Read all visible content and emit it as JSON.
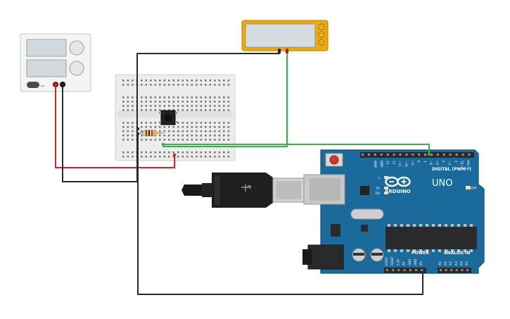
{
  "colors": {
    "wire_black": "#2b2b2b",
    "wire_red": "#d0262b",
    "wire_green": "#34b14a",
    "arduino_board": "#1b6a9c",
    "multimeter_frame": "#f2a900",
    "breadboard": "#ececec"
  },
  "power_supply": {
    "label_on": "on"
  },
  "multimeter": {
    "knob_labels": [
      "A",
      "V",
      "Ω"
    ]
  },
  "arduino": {
    "brand": "ARDUINO",
    "model": "UNO",
    "digital_label": "DIGITAL (PWM~)",
    "on_label": "ON",
    "l_label": "L",
    "tx_label": "TX",
    "rx_label": "RX",
    "power_label": "POWER",
    "analog_label": "ANALOG IN",
    "top_pin_labels": [
      "AREF",
      "GND",
      "13",
      "12",
      "~11",
      "~10",
      "~9",
      "8",
      "7",
      "~6",
      "~5",
      "4",
      "~3",
      "2",
      "TX→1",
      "RX←0"
    ],
    "power_pin_labels": [
      "IOREF",
      "RESET",
      "3.3V",
      "5V",
      "GND",
      "GND",
      "Vin"
    ],
    "analog_pin_labels": [
      "A0",
      "A1",
      "A2",
      "A3",
      "A4",
      "A5"
    ]
  }
}
